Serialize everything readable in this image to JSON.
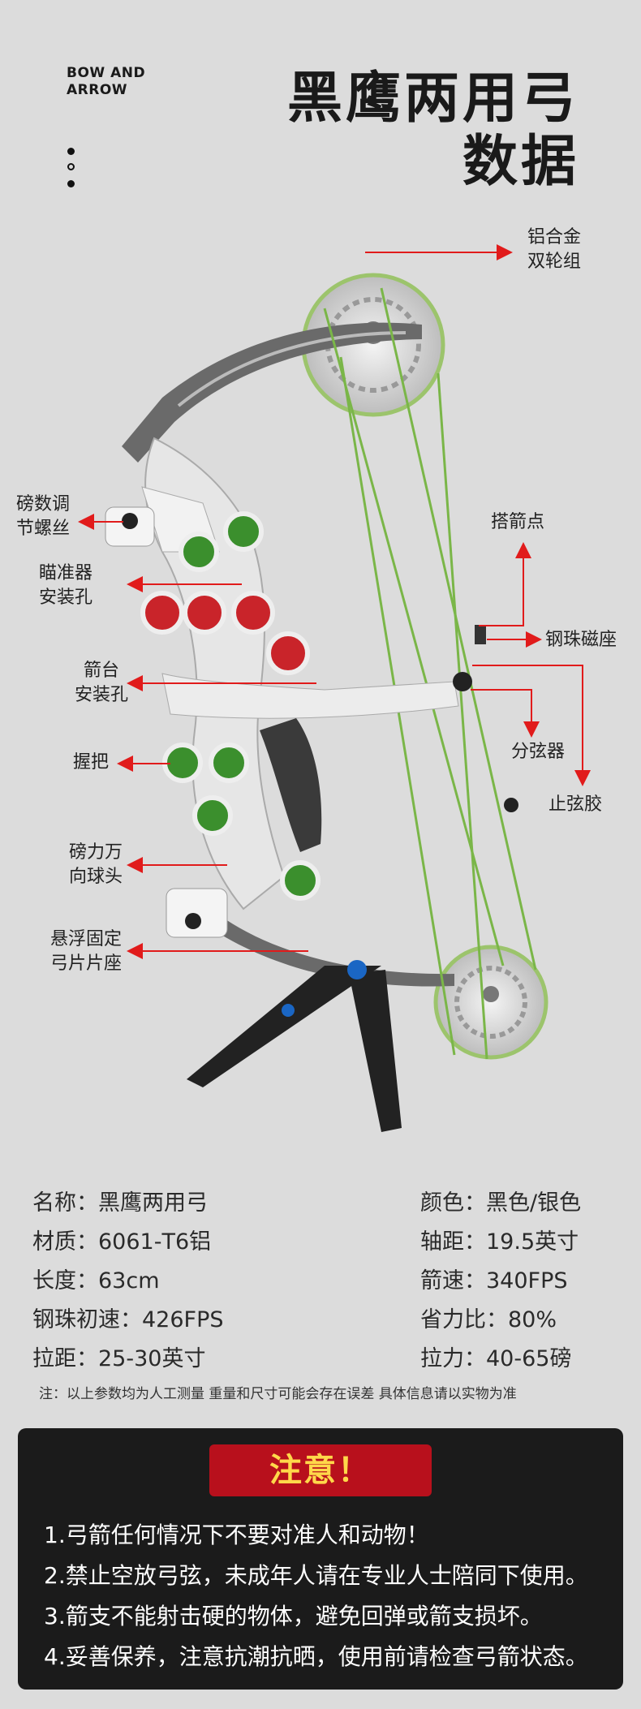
{
  "header": {
    "brand_line1": "BOW AND",
    "brand_line2": "ARROW",
    "title_line1": "黑鹰两用弓",
    "title_line2": "数据"
  },
  "callouts": {
    "wheels": [
      "铝合金",
      "双轮组"
    ],
    "weight_screw": [
      "磅数调",
      "节螺丝"
    ],
    "sight_hole": [
      "瞄准器",
      "安装孔"
    ],
    "arrow_rest": [
      "箭台",
      "安装孔"
    ],
    "grip": [
      "握把"
    ],
    "ball_joint": [
      "磅力万",
      "向球头"
    ],
    "limb_seat": [
      "悬浮固定",
      "弓片片座"
    ],
    "nock_point": [
      "搭箭点"
    ],
    "magnet_seat": [
      "钢珠磁座"
    ],
    "splitter": [
      "分弦器"
    ],
    "string_stop": [
      "止弦胶"
    ]
  },
  "specs": {
    "name": "名称：黑鹰两用弓",
    "material": "材质：6061-T6铝",
    "length": "长度：63cm",
    "ball_speed": "钢珠初速：426FPS",
    "draw_length": "拉距：25-30英寸",
    "color": "颜色：黑色/银色",
    "axle": "轴距：19.5英寸",
    "arrow_speed": "箭速：340FPS",
    "let_off": "省力比：80%",
    "draw_weight": "拉力：40-65磅"
  },
  "note": "注：以上参数均为人工测量 重量和尺寸可能会存在误差 具体信息请以实物为准",
  "warning": {
    "title": "注意！",
    "items": [
      "1.弓箭任何情况下不要对准人和动物！",
      "2.禁止空放弓弦，未成年人请在专业人士陪同下使用。",
      "3.箭支不能射击硬的物体，避免回弹或箭支损坏。",
      "4.妥善保养，注意抗潮抗晒，使用前请检查弓箭状态。"
    ]
  },
  "colors": {
    "background": "#dcdcdc",
    "arrow_red": "#e11b1b",
    "string_green": "#7ab648",
    "warning_bg": "#1b1b1b",
    "warning_badge": "#b8101c",
    "warning_title": "#ffd84a"
  }
}
